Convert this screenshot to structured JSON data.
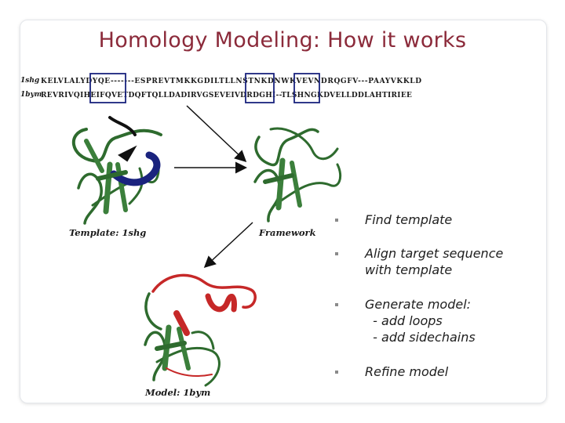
{
  "title": "Homology Modeling: How it works",
  "alignment": {
    "seq1_label": "1shg",
    "seq1": "KELVLALYDYQE-------ESPREVTMKKGDILTLLNSTNKDNWKVEVNDRQGFV---PAAYVKKLD",
    "seq2_label": "1bym",
    "seq2": "REVRIVQIHEIFQVETDQFTQLLDADIRVGSEVEIVDRDGHI--TLSHNGKDVELLDDLAHTIRIEE"
  },
  "captions": {
    "template": "Template: 1shg",
    "framework": "Framework",
    "model": "Model: 1bym"
  },
  "bullets": [
    "Find template",
    "Align target sequence\nwith template",
    "Generate model:\n  - add loops\n  - add sidechains",
    "Refine model"
  ],
  "colors": {
    "title": "#8b2a3a",
    "strand": "#2e6b2e",
    "helix_blue": "#1a237e",
    "model_red": "#c62828",
    "box": "#1a237e"
  }
}
